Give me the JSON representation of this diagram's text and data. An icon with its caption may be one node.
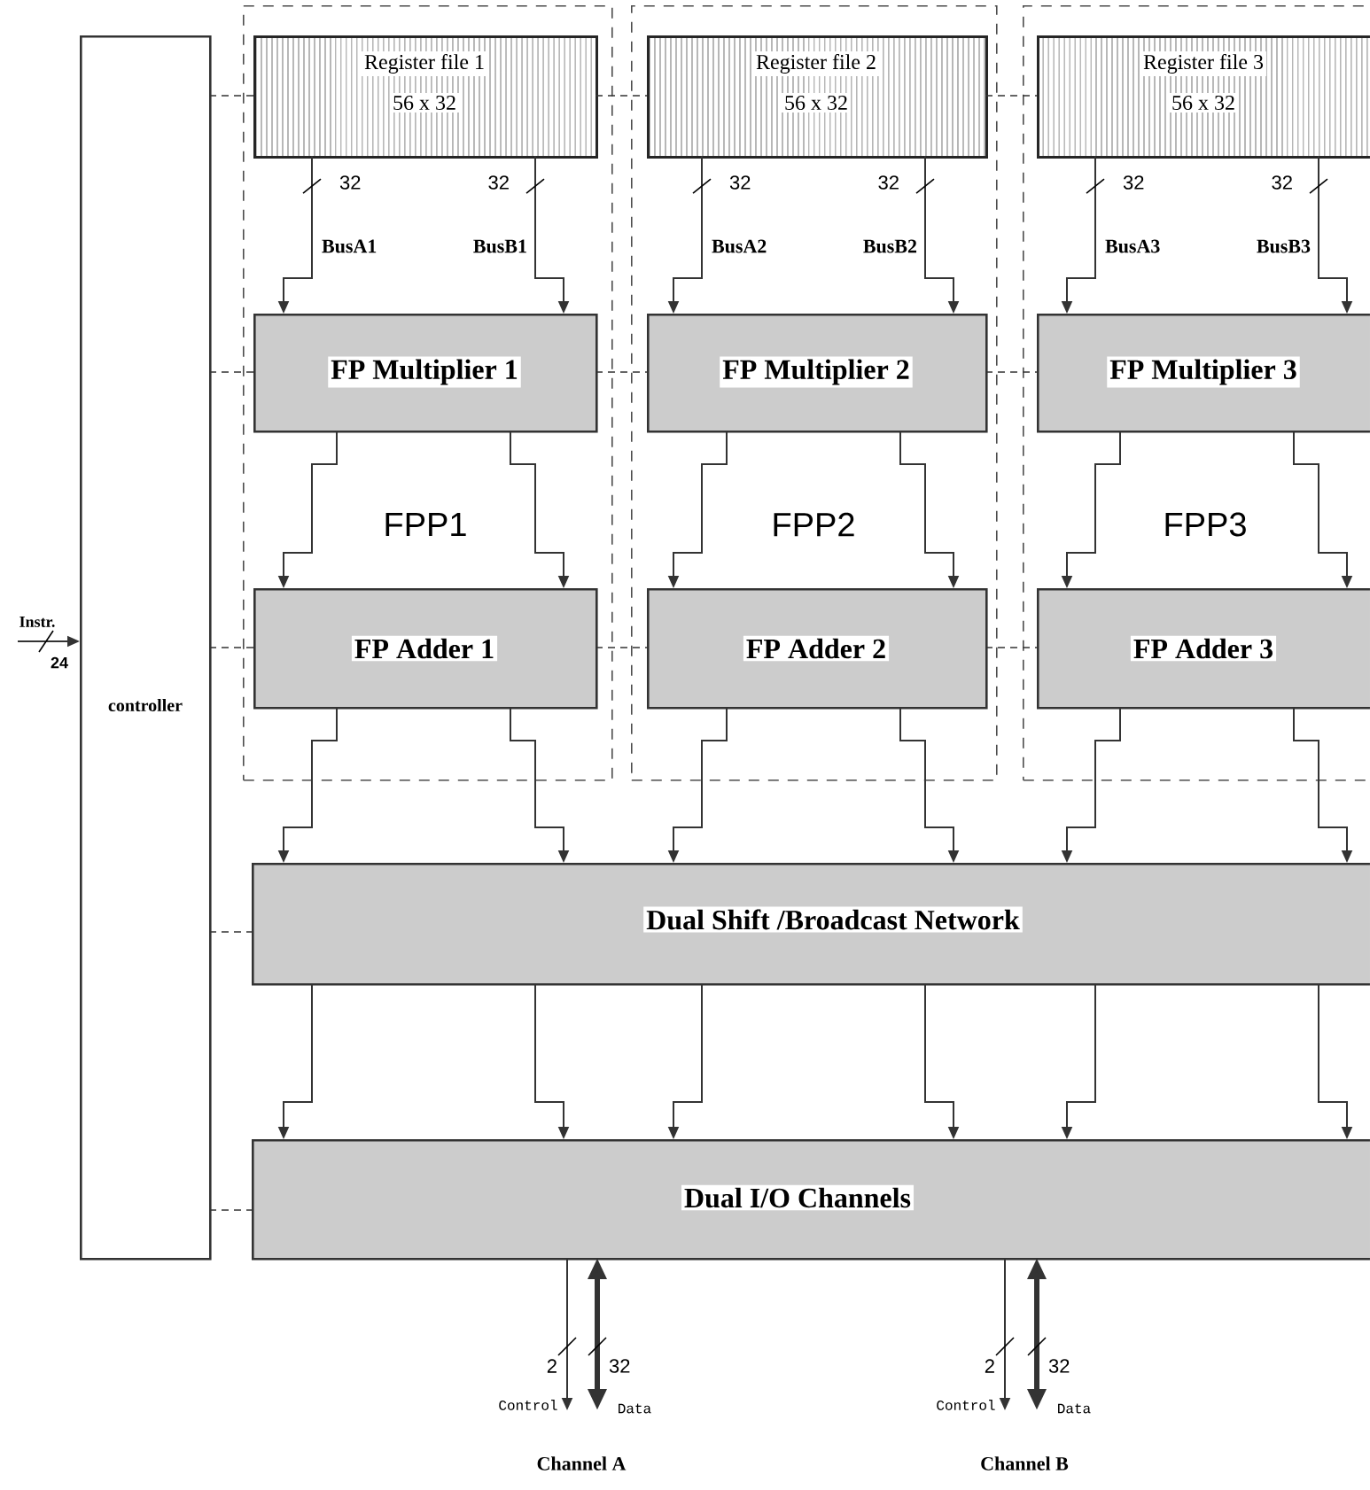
{
  "diagram": {
    "nodes": [
      {
        "text": [
          "controller"
        ]
      },
      {
        "text": [
          "FPP1"
        ]
      },
      {
        "text": [
          "Register file 1",
          "56 x 32"
        ],
        "in": 1
      },
      {
        "text": [
          "FP Multiplier 1"
        ],
        "in": 1
      },
      {
        "text": [
          "FP Adder 1"
        ],
        "in": 1
      },
      {
        "text": [
          "FPP2"
        ]
      },
      {
        "text": [
          "Register file 2",
          "56 x 32"
        ],
        "in": 5
      },
      {
        "text": [
          "FP Multiplier 2"
        ],
        "in": 5
      },
      {
        "text": [
          "FP Adder 2"
        ],
        "in": 5
      },
      {
        "text": [
          "FPP3"
        ]
      },
      {
        "text": [
          "Register file 3",
          "56 x 32"
        ],
        "in": 9
      },
      {
        "text": [
          "FP Multiplier 3"
        ],
        "in": 9
      },
      {
        "text": [
          "FP Adder 3"
        ],
        "in": 9
      },
      {
        "text": [
          "Dual Shift /Broadcast Network"
        ]
      },
      {
        "text": [
          "Dual I/O Channels"
        ]
      },
      {
        "text": [
          "Instr."
        ]
      },
      {
        "text": [
          "Control"
        ]
      },
      {
        "text": [
          "Data"
        ]
      },
      {
        "text": [
          "Control"
        ]
      },
      {
        "text": [
          "Data"
        ]
      }
    ],
    "edges": [
      {
        "from": 0,
        "to": 2,
        "arrow": "none",
        "style": "dashed"
      },
      {
        "from": 2,
        "to": 6,
        "arrow": "none",
        "style": "dashed"
      },
      {
        "from": 6,
        "to": 10,
        "arrow": "none",
        "style": "dashed"
      },
      {
        "from": 0,
        "to": 3,
        "arrow": "none",
        "style": "dashed"
      },
      {
        "from": 3,
        "to": 7,
        "arrow": "none",
        "style": "dashed"
      },
      {
        "from": 7,
        "to": 11,
        "arrow": "none",
        "style": "dashed"
      },
      {
        "from": 0,
        "to": 4,
        "arrow": "none",
        "style": "dashed"
      },
      {
        "from": 4,
        "to": 8,
        "arrow": "none",
        "style": "dashed"
      },
      {
        "from": 8,
        "to": 12,
        "arrow": "none",
        "style": "dashed"
      },
      {
        "from": 0,
        "to": 13,
        "arrow": "none",
        "style": "dashed"
      },
      {
        "from": 0,
        "to": 14,
        "arrow": "none",
        "style": "dashed"
      },
      {
        "from": 2,
        "to": 3,
        "arrow": "to"
      },
      {
        "from": 2,
        "to": 3,
        "arrow": "to"
      },
      {
        "from": 3,
        "to": 4,
        "arrow": "to"
      },
      {
        "from": 3,
        "to": 4,
        "arrow": "to"
      },
      {
        "from": 4,
        "to": 13,
        "arrow": "to"
      },
      {
        "from": 4,
        "to": 13,
        "arrow": "to"
      },
      {
        "from": 13,
        "to": 14,
        "arrow": "to"
      },
      {
        "from": 13,
        "to": 14,
        "arrow": "to"
      },
      {
        "from": 6,
        "to": 7,
        "arrow": "to"
      },
      {
        "from": 6,
        "to": 7,
        "arrow": "to"
      },
      {
        "from": 7,
        "to": 8,
        "arrow": "to"
      },
      {
        "from": 7,
        "to": 8,
        "arrow": "to"
      },
      {
        "from": 8,
        "to": 13,
        "arrow": "to"
      },
      {
        "from": 8,
        "to": 13,
        "arrow": "to"
      },
      {
        "from": 13,
        "to": 14,
        "arrow": "to"
      },
      {
        "from": 13,
        "to": 14,
        "arrow": "to"
      },
      {
        "from": 10,
        "to": 11,
        "arrow": "to"
      },
      {
        "from": 10,
        "to": 11,
        "arrow": "to"
      },
      {
        "from": 11,
        "to": 12,
        "arrow": "to"
      },
      {
        "from": 11,
        "to": 12,
        "arrow": "to"
      },
      {
        "from": 12,
        "to": 13,
        "arrow": "to"
      },
      {
        "from": 12,
        "to": 13,
        "arrow": "to"
      },
      {
        "from": 13,
        "to": 14,
        "arrow": "to"
      },
      {
        "from": 13,
        "to": 14,
        "arrow": "to"
      },
      {
        "from": 15,
        "to": 0,
        "arrow": "to",
        "label": "24"
      },
      {
        "from": 14,
        "to": 16,
        "arrow": "to",
        "label": "2"
      },
      {
        "from": 14,
        "to": 17,
        "arrow": "both",
        "style": "thick",
        "label": "32"
      },
      {
        "from": 14,
        "to": 18,
        "arrow": "to",
        "label": "2"
      },
      {
        "from": 14,
        "to": 19,
        "arrow": "both",
        "style": "thick",
        "label": "32"
      }
    ],
    "labels": [
      "32",
      "32",
      "32",
      "32",
      "32",
      "32",
      "BusA1",
      "BusB1",
      "BusA2",
      "BusB2",
      "BusA3",
      "BusB3",
      "Channel A",
      "Channel B"
    ]
  }
}
